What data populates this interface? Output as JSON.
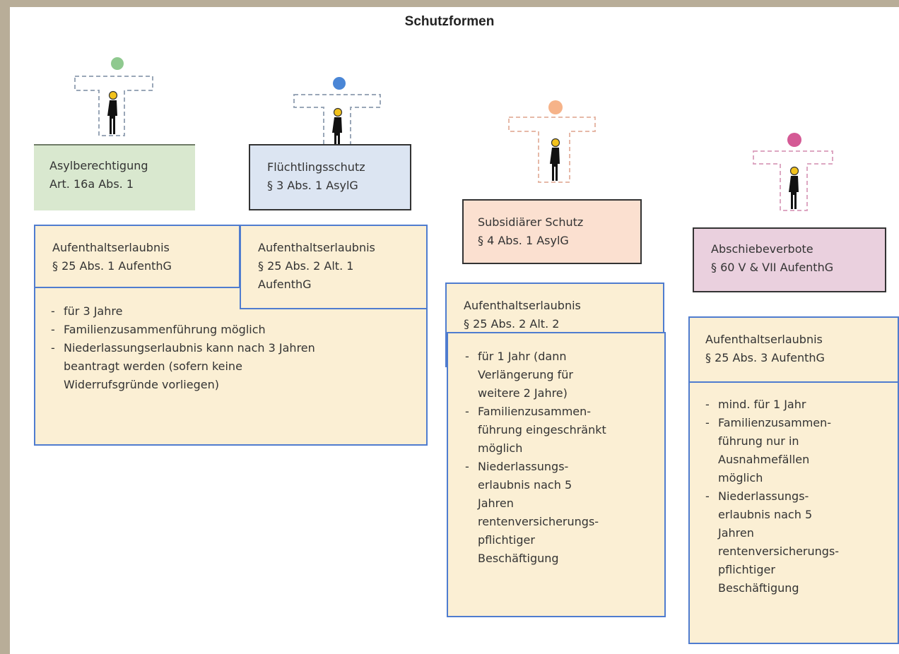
{
  "title": "Schutzformen",
  "colors": {
    "green_dot": "#8fc98f",
    "blue_dot": "#4a86d6",
    "orange_dot": "#f6b389",
    "pink_dot": "#d45a95"
  },
  "columns": [
    {
      "status_lines": [
        "Asylberechtigung",
        "Art. 16a Abs. 1"
      ],
      "permits": [
        {
          "lines": [
            "Aufenthaltserlaubnis",
            "§ 25 Abs. 1 AufenthG"
          ]
        },
        {
          "lines": [
            "Aufenthaltserlaubnis",
            "§ 25 Abs. 2 Alt. 1",
            "AufenthG"
          ]
        }
      ],
      "details": [
        [
          "für 3 Jahre"
        ],
        [
          "Familienzusammenführung möglich"
        ],
        [
          "Niederlassungserlaubnis kann nach 3 Jahren",
          "beantragt werden (sofern keine",
          "Widerrufsgründe vorliegen)"
        ]
      ]
    },
    {
      "status_lines": [
        "Flüchtlingsschutz",
        "§ 3 Abs. 1 AsylG"
      ]
    },
    {
      "status_lines": [
        "Subsidiärer Schutz",
        "§ 4 Abs. 1 AsylG"
      ],
      "permits": [
        {
          "lines": [
            "Aufenthaltserlaubnis",
            "§ 25 Abs. 2 Alt. 2"
          ]
        }
      ],
      "details": [
        [
          "für 1 Jahr (dann",
          "Verlängerung für",
          "weitere 2 Jahre)"
        ],
        [
          "Familienzusammen-",
          "führung eingeschränkt",
          "möglich"
        ],
        [
          "Niederlassungs-",
          "erlaubnis nach 5",
          "Jahren",
          "rentenversicherungs-",
          "pflichtiger",
          "Beschäftigung"
        ]
      ]
    },
    {
      "status_lines": [
        "Abschiebeverbote",
        "§ 60 V & VII AufenthG"
      ],
      "permits": [
        {
          "lines": [
            "Aufenthaltserlaubnis",
            "§ 25 Abs. 3 AufenthG"
          ]
        }
      ],
      "details": [
        [
          "mind. für 1 Jahr"
        ],
        [
          "Familienzusammen-",
          "führung nur in",
          "Ausnahmefällen",
          "möglich"
        ],
        [
          "Niederlassungs-",
          "erlaubnis nach 5",
          "Jahren",
          "rentenversicherungs-",
          "pflichtiger",
          "Beschäftigung"
        ]
      ]
    }
  ]
}
